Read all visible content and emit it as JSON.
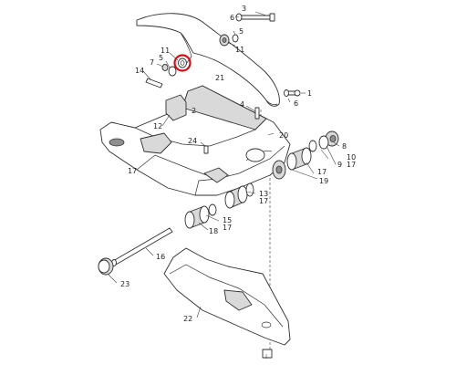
{
  "diagram": {
    "callouts": [
      {
        "id": "c1",
        "text": "1"
      },
      {
        "id": "c2",
        "text": "2"
      },
      {
        "id": "c3",
        "text": "3"
      },
      {
        "id": "c4",
        "text": "4"
      },
      {
        "id": "c5a",
        "text": "5"
      },
      {
        "id": "c5b",
        "text": "5"
      },
      {
        "id": "c6a",
        "text": "6"
      },
      {
        "id": "c6b",
        "text": "6"
      },
      {
        "id": "c7",
        "text": "7"
      },
      {
        "id": "c8",
        "text": "8"
      },
      {
        "id": "c9",
        "text": "9"
      },
      {
        "id": "c10",
        "text": "10"
      },
      {
        "id": "c11a",
        "text": "11"
      },
      {
        "id": "c11b",
        "text": "11"
      },
      {
        "id": "c12",
        "text": "12"
      },
      {
        "id": "c13",
        "text": "13"
      },
      {
        "id": "c14",
        "text": "14"
      },
      {
        "id": "c15",
        "text": "15"
      },
      {
        "id": "c16",
        "text": "16"
      },
      {
        "id": "c17a",
        "text": "17"
      },
      {
        "id": "c17b",
        "text": "17"
      },
      {
        "id": "c17c",
        "text": "17"
      },
      {
        "id": "c17d",
        "text": "17"
      },
      {
        "id": "c17e",
        "text": "17"
      },
      {
        "id": "c18",
        "text": "18"
      },
      {
        "id": "c19",
        "text": "19"
      },
      {
        "id": "c20",
        "text": "20"
      },
      {
        "id": "c21",
        "text": "21"
      },
      {
        "id": "c22",
        "text": "22"
      },
      {
        "id": "c23",
        "text": "23"
      },
      {
        "id": "c24",
        "text": "24"
      }
    ],
    "highlight_color": "#d0101a",
    "line_color": "#2f2f2f"
  }
}
